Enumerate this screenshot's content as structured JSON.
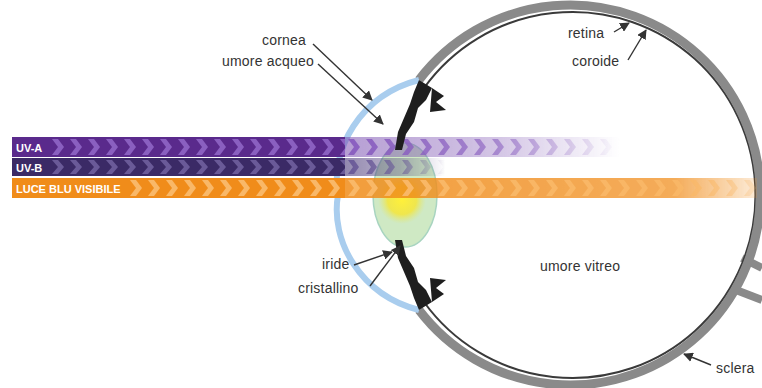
{
  "diagram": {
    "nodes": [
      {
        "text": [
          "UV-A"
        ]
      },
      {
        "text": [
          "UV-B"
        ]
      },
      {
        "text": [
          "LUCE BLU VISIBILE"
        ]
      }
    ],
    "labels": [
      "cornea",
      "umore acqueo",
      "retina",
      "coroide",
      "iride",
      "cristallino",
      "umore vitreo",
      "sclera"
    ]
  }
}
